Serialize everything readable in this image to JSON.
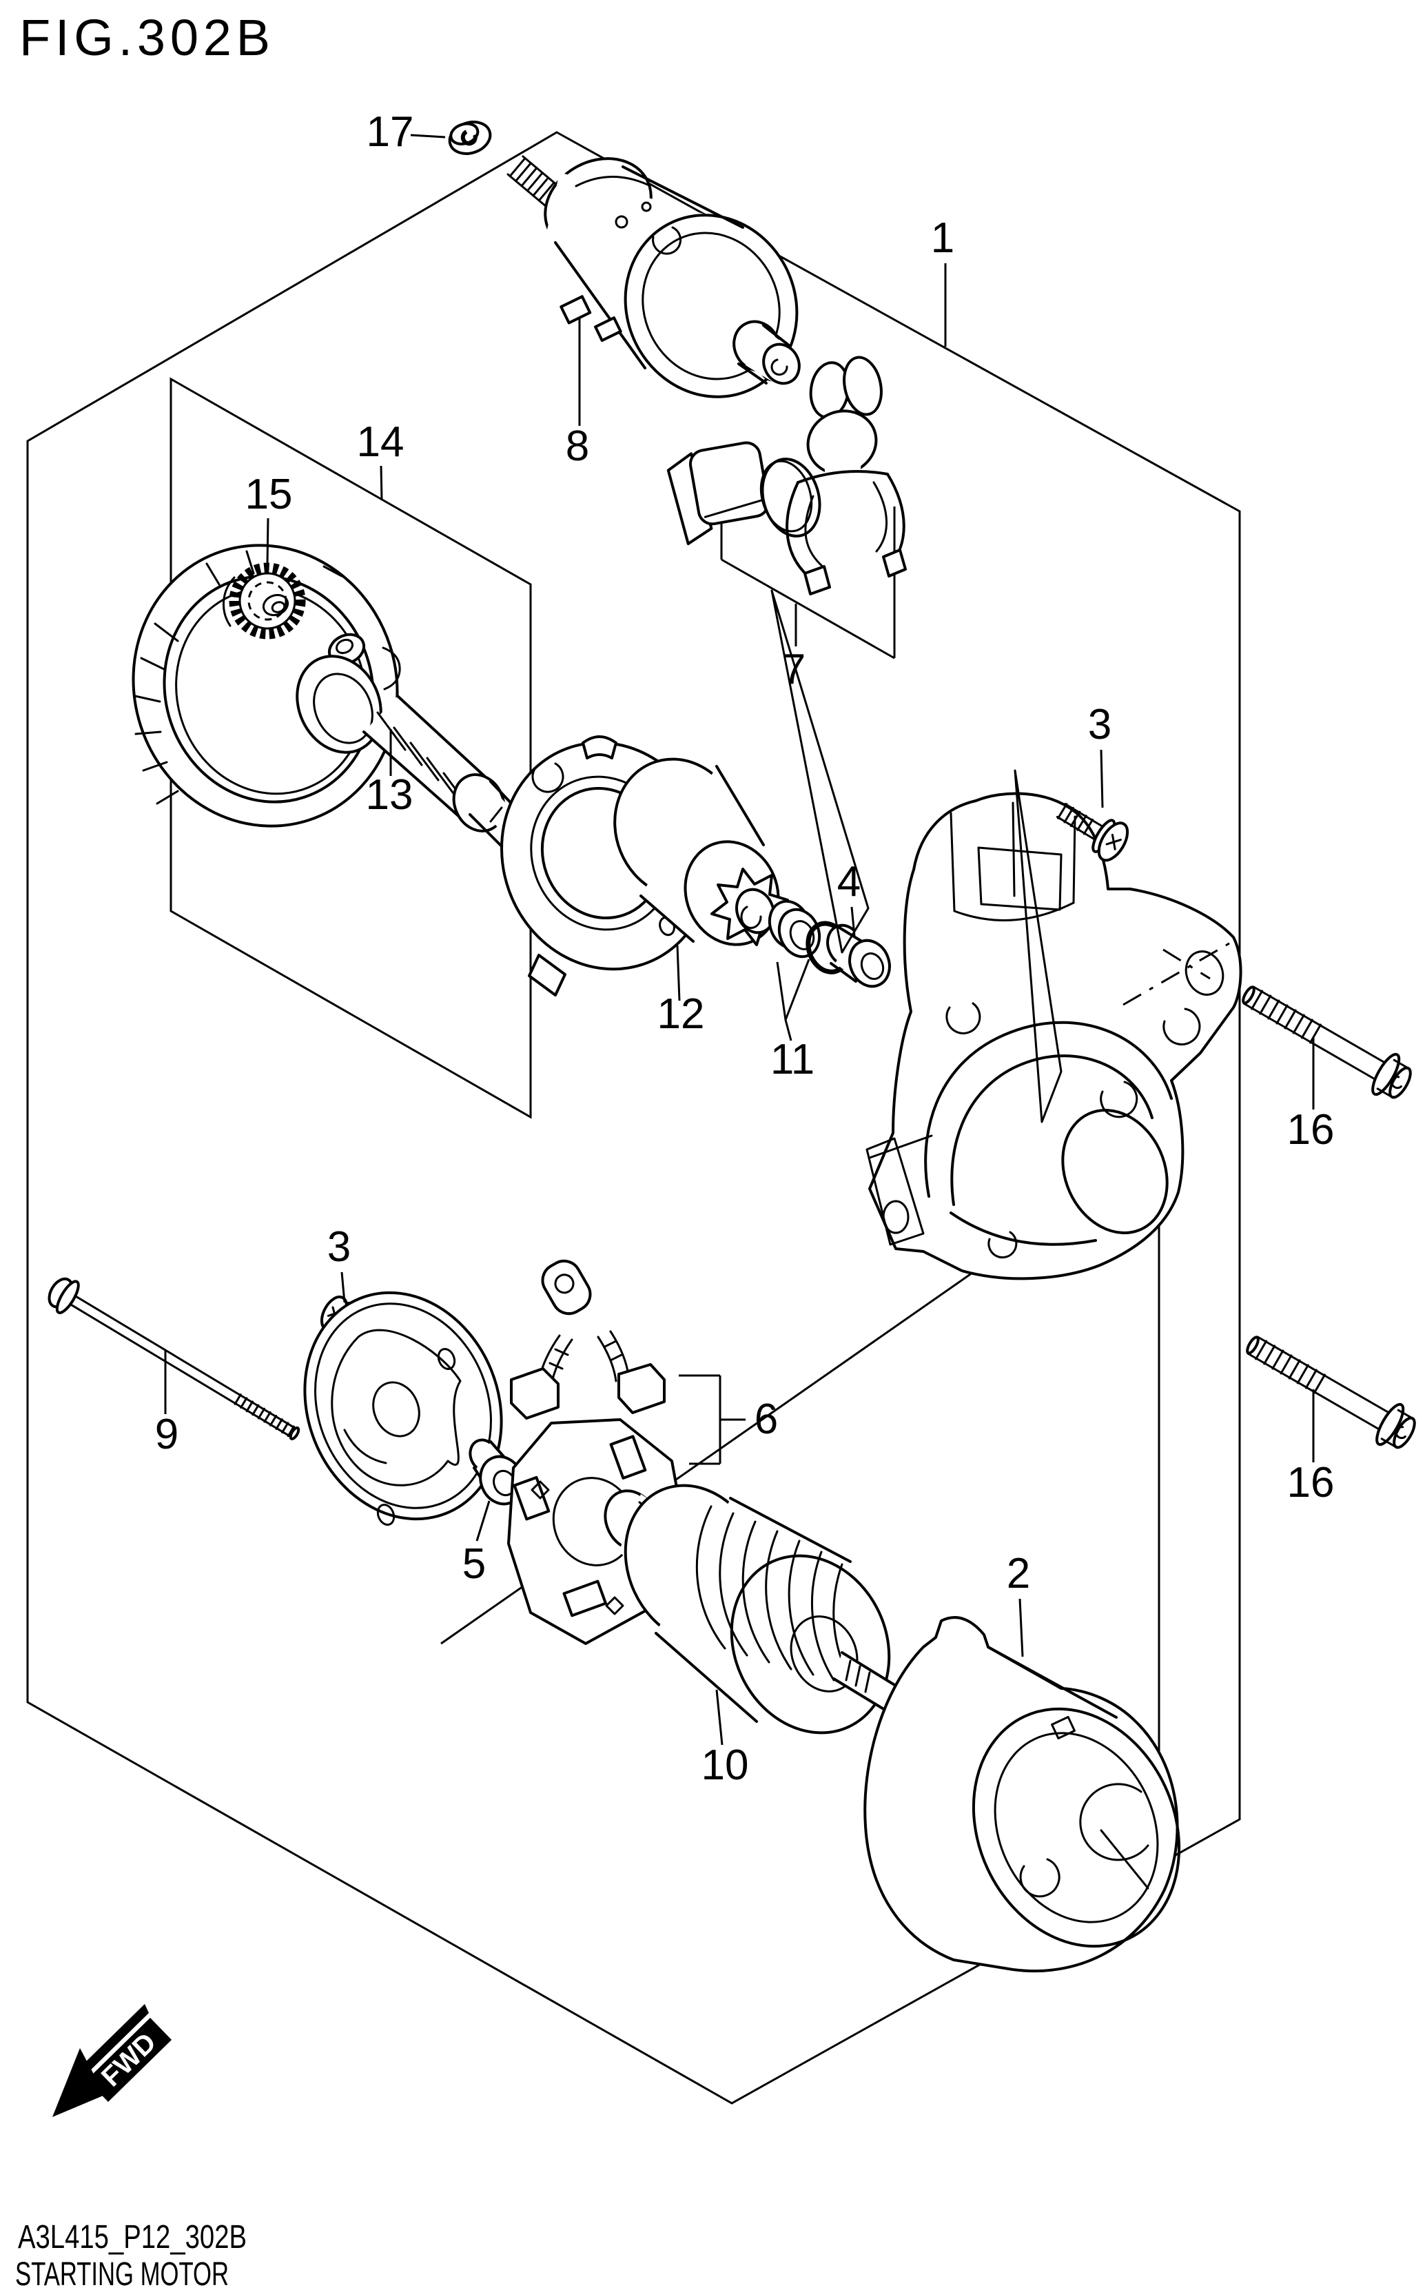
{
  "figure": {
    "title": "FIG.302B",
    "drawing_code": "A3L415_P12_302B",
    "drawing_title": "STARTING MOTOR"
  },
  "fwd_marker": {
    "label": "FWD"
  },
  "callouts": {
    "c1": "1",
    "c2": "2",
    "c3a": "3",
    "c3b": "3",
    "c4": "4",
    "c5": "5",
    "c6": "6",
    "c7": "7",
    "c8": "8",
    "c9": "9",
    "c10": "10",
    "c11": "11",
    "c12": "12",
    "c13": "13",
    "c14": "14",
    "c15": "15",
    "c16a": "16",
    "c16b": "16",
    "c17": "17"
  },
  "colors": {
    "line": "#000000",
    "background": "#ffffff"
  }
}
